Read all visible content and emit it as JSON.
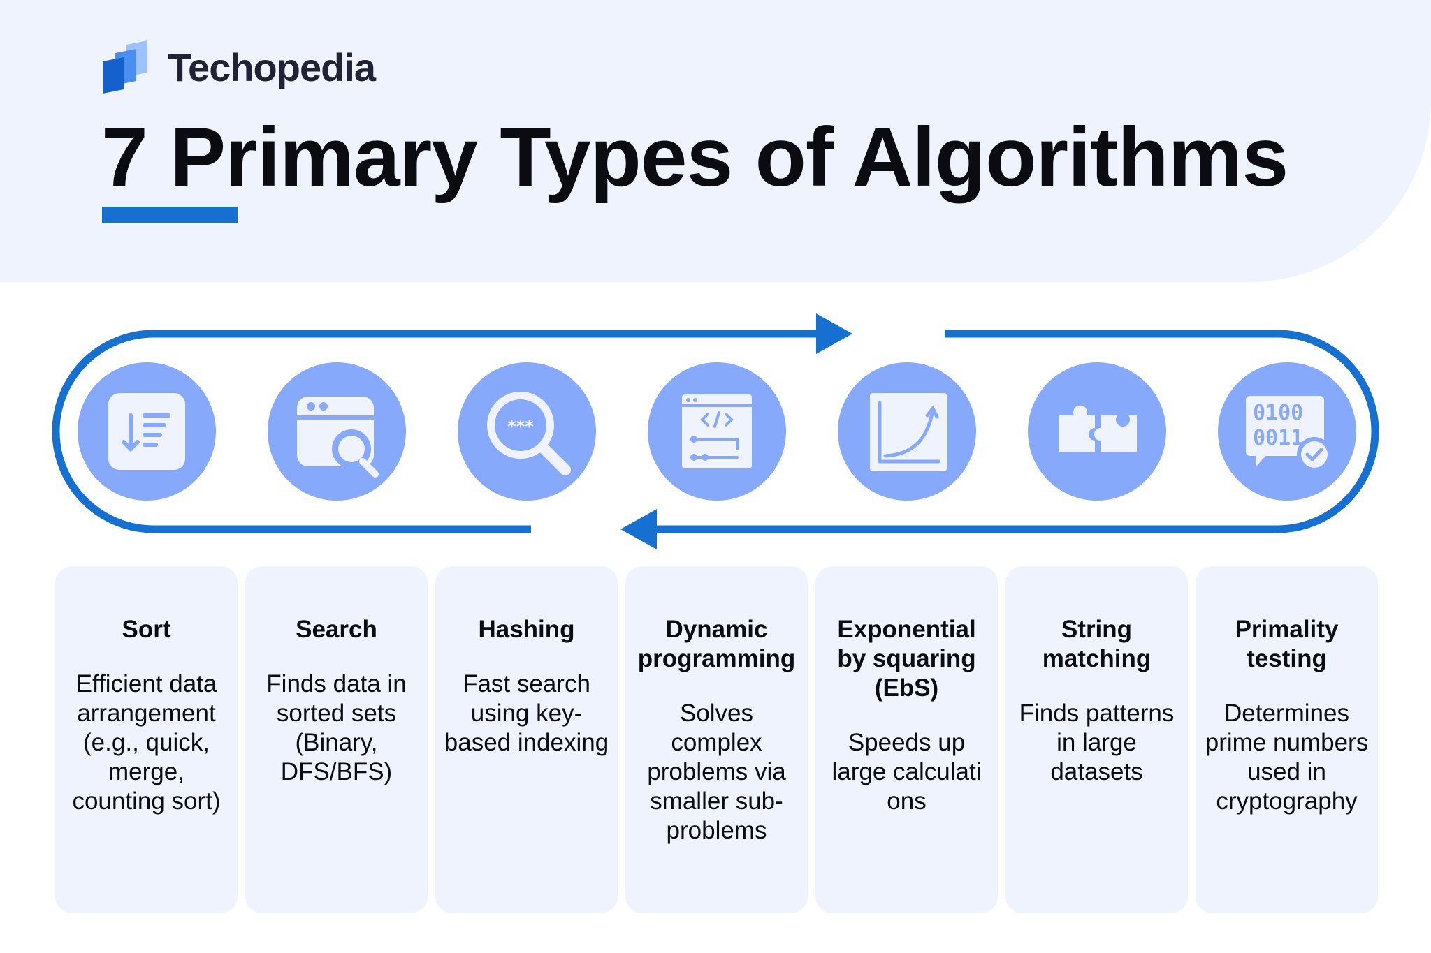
{
  "brand": {
    "name": "Techopedia"
  },
  "title": "7 Primary Types of Algorithms",
  "colors": {
    "accent": "#1670d0",
    "circle": "#87a9fb",
    "card_background": "#eef3fd",
    "header_background": "#eef3fd"
  },
  "algorithms": [
    {
      "icon": "sort-list-icon",
      "name": "Sort",
      "description": "Efficient data arrangement (e.g., quick, merge, counting sort)"
    },
    {
      "icon": "search-window-icon",
      "name": "Search",
      "description": "Finds data in sorted sets (Binary, DFS/BFS)"
    },
    {
      "icon": "hash-magnifier-icon",
      "name": "Hashing",
      "description": "Fast search using key-based indexing"
    },
    {
      "icon": "code-flow-icon",
      "name": "Dynamic programming",
      "description": "Solves complex problems via smaller sub-problems"
    },
    {
      "icon": "exponential-curve-icon",
      "name": "Exponential by squaring (EbS)",
      "description": "Speeds up large calculati ons"
    },
    {
      "icon": "puzzle-pieces-icon",
      "name": "String matching",
      "description": "Finds patterns in large datasets"
    },
    {
      "icon": "binary-check-icon",
      "name": "Primality testing",
      "description": "Determines prime numbers used in cryptography",
      "icon_text": [
        "0100",
        "0011"
      ]
    }
  ]
}
